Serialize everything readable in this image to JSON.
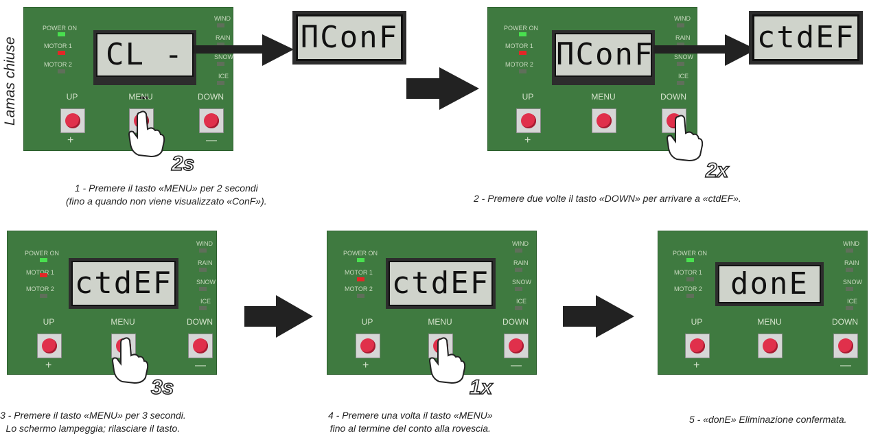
{
  "side_label": "Lamas chiuse",
  "panel_labels": {
    "power_on": "POWER ON",
    "motor1": "MOTOR 1",
    "motor2": "MOTOR 2",
    "wind": "WIND",
    "rain": "RAIN",
    "snow": "SNOW",
    "ice": "ICE",
    "up": "UP",
    "menu": "MENU",
    "down": "DOWN",
    "plus": "+",
    "minus": "—"
  },
  "steps": [
    {
      "display": "CL --",
      "result_display": "ΠConF",
      "press": "2s",
      "caption": [
        "1 - Premere il tasto «MENU» per 2 secondi",
        "(fino a quando non viene visualizzato «ConF»)."
      ]
    },
    {
      "display": "ΠConF",
      "result_display": "ctdEF",
      "press": "2x",
      "caption": [
        "2 - Premere due volte il tasto «DOWN» per arrivare a «ctdEF»."
      ]
    },
    {
      "display": "ctdEF",
      "press": "3s",
      "caption": [
        "3 - Premere il tasto «MENU» per 3 secondi.",
        "Lo schermo lampeggia; rilasciare il tasto."
      ]
    },
    {
      "display": "ctdEF",
      "press": "1x",
      "caption": [
        "4 - Premere una volta il tasto «MENU»",
        "fino al termine del conto alla rovescia."
      ]
    },
    {
      "display": "donE",
      "caption": [
        "5 - «donE» Eliminazione confermata."
      ]
    }
  ],
  "colors": {
    "panel": "#3f7a40",
    "led_on": "#49e04f",
    "motor_led": "#e32727",
    "button": "#e0304b"
  }
}
